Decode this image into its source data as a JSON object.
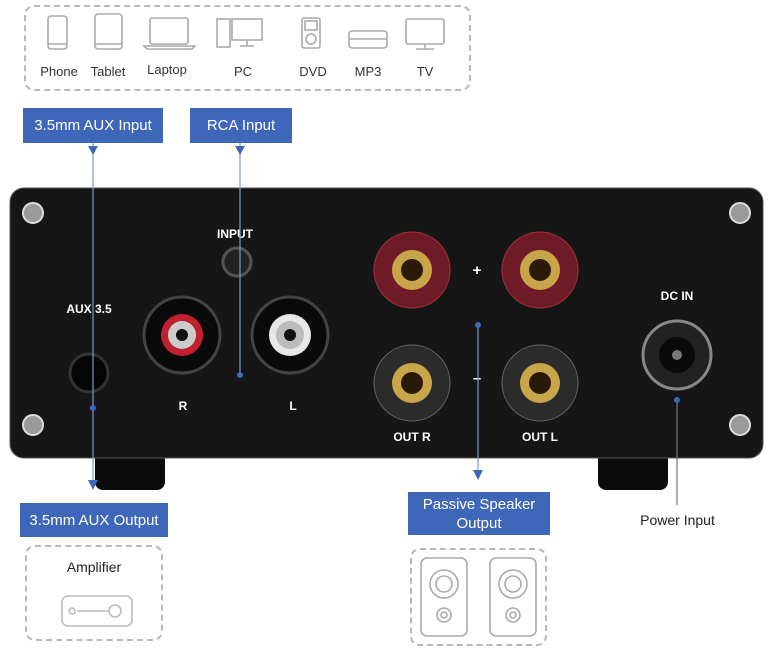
{
  "sources": {
    "devices": [
      {
        "label": "Phone",
        "icon": "phone-icon"
      },
      {
        "label": "Tablet",
        "icon": "tablet-icon"
      },
      {
        "label": "Laptop",
        "icon": "laptop-icon"
      },
      {
        "label": "PC",
        "icon": "pc-icon"
      },
      {
        "label": "DVD",
        "icon": "dvd-icon"
      },
      {
        "label": "MP3",
        "icon": "mp3-icon"
      },
      {
        "label": "TV",
        "icon": "tv-icon"
      }
    ]
  },
  "callouts": {
    "aux_input": "3.5mm AUX Input",
    "rca_input": "RCA Input",
    "aux_output": "3.5mm AUX Output",
    "speaker_output": "Passive Speaker Output",
    "power_input": "Power Input"
  },
  "panel": {
    "input": "INPUT",
    "aux": "AUX 3.5",
    "r": "R",
    "l": "L",
    "plus": "+",
    "minus": "–",
    "out_r": "OUT R",
    "out_l": "OUT L",
    "dc_in": "DC IN"
  },
  "targets": {
    "amplifier": "Amplifier"
  },
  "colors": {
    "callout": "#3f67b9",
    "panel": "#151515",
    "red_post": "#7a1f2a"
  }
}
